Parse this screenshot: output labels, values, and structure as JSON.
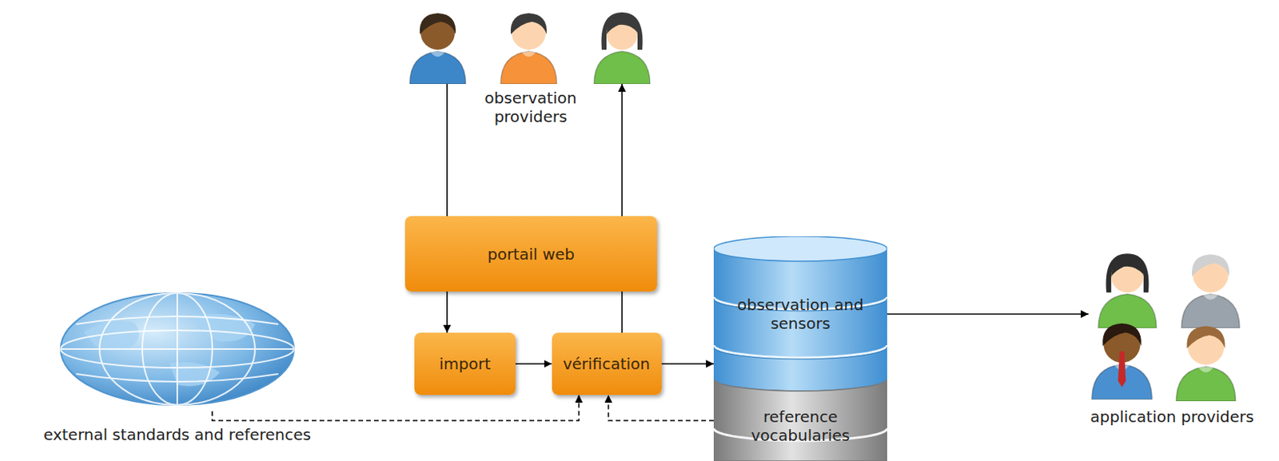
{
  "diagram": {
    "nodes": [
      {
        "text": [
          "observation providers"
        ]
      },
      {
        "text": [
          "portail web"
        ]
      },
      {
        "text": [
          "import"
        ]
      },
      {
        "text": [
          "vérification"
        ]
      },
      {
        "text": [
          "observation and sensors"
        ]
      },
      {
        "text": [
          "reference vocabularies"
        ]
      },
      {
        "text": [
          "external standards and references"
        ]
      },
      {
        "text": [
          "application providers"
        ]
      }
    ],
    "edges": [
      {
        "from": 0,
        "to": 2,
        "arrow": "to"
      },
      {
        "from": 3,
        "to": 0,
        "arrow": "to"
      },
      {
        "from": 2,
        "to": 3,
        "arrow": "to"
      },
      {
        "from": 3,
        "to": 4,
        "arrow": "to"
      },
      {
        "from": 4,
        "to": 7,
        "arrow": "to"
      },
      {
        "from": 6,
        "to": 3,
        "arrow": "to"
      },
      {
        "from": 5,
        "to": 3,
        "arrow": "to"
      }
    ]
  }
}
